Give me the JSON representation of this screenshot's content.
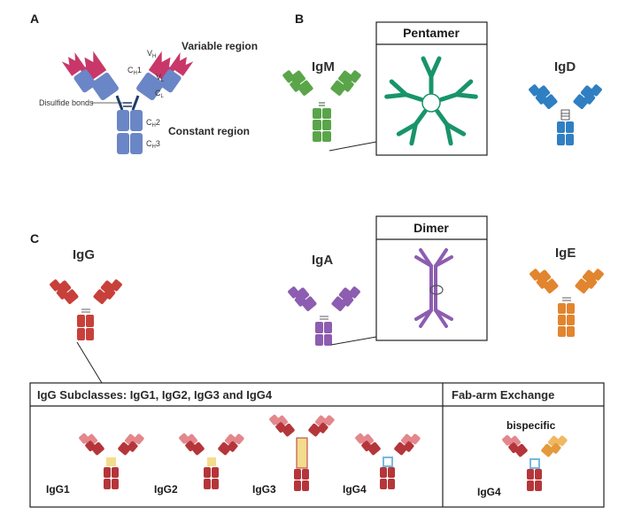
{
  "panels": {
    "a": "A",
    "b": "B",
    "c": "C"
  },
  "panel_a": {
    "variable_region": "Variable region",
    "constant_region": "Constant region",
    "disulfide_bonds": "Disulfide bonds",
    "ch1": "1",
    "ch2": "2",
    "ch3": "3",
    "vh": "H",
    "vl": "L",
    "cl": "L"
  },
  "panel_b": {
    "igm": "IgM",
    "pentamer": "Pentamer",
    "igd": "IgD"
  },
  "panel_c": {
    "igg": "IgG",
    "iga": "IgA",
    "dimer": "Dimer",
    "ige": "IgE",
    "subclasses_title": "IgG Subclasses: IgG1, IgG2, IgG3 and IgG4",
    "fab_title": "Fab-arm Exchange",
    "igg1": "IgG1",
    "igg2": "IgG2",
    "igg3": "IgG3",
    "igg4": "IgG4",
    "bispecific": "bispecific",
    "igg4_exchange": "IgG4"
  },
  "colors": {
    "variable_pink": "#c9376a",
    "constant_blue": "#6a86c6",
    "igm_green": "#5aa54a",
    "pentamer_green": "#18946a",
    "igd_blue": "#2f7fc2",
    "igg_red": "#c8403a",
    "iga_purple": "#8c5db0",
    "ige_orange": "#e2852f",
    "subclass_dark": "#b5363a",
    "subclass_light": "#e3878c",
    "hinge_yellow": "#f3dc8c",
    "hinge_blue": "#78b8e0",
    "bispecific_orange": "#e39a3c"
  }
}
